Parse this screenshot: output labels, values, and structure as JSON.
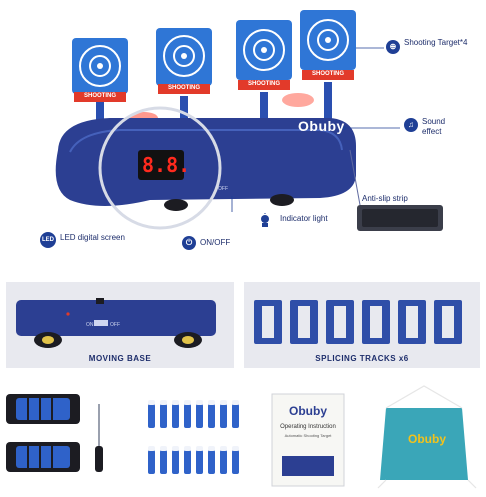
{
  "brand": "Obuby",
  "target_label": "SHOOTING",
  "display_digits": "8.8.",
  "switch_text": {
    "on": "ON",
    "off": "OFF"
  },
  "callouts": {
    "shooting_target": "Shooting Target*4",
    "sound_effect": "Sound effect",
    "anti_slip": "Anti-slip strip",
    "indicator": "Indicator light",
    "led": "LED digital screen",
    "onoff": "ON/OFF"
  },
  "icon_text": {
    "led": "LED"
  },
  "captions": {
    "moving_base": "MOVING  BASE",
    "tracks": "SPLICING TRACKS x6"
  },
  "manual": {
    "brand": "Obuby",
    "title": "Operating Instruction",
    "subtitle": "Automatic Shooting Target"
  },
  "bag_brand": "Obuby",
  "colors": {
    "navy": "#1f3f95",
    "target_blue": "#2f76d6",
    "red": "#e23a2a",
    "panel": "#e8e9ef"
  }
}
